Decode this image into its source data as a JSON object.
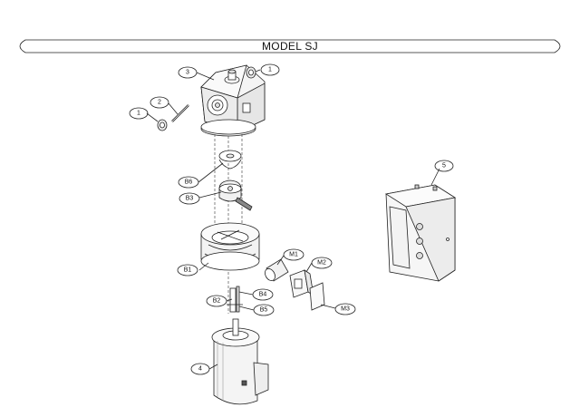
{
  "title": "MODEL SJ",
  "callouts": {
    "c1a": "1",
    "c1b": "1",
    "c2": "2",
    "c3": "3",
    "c4": "4",
    "c5": "5",
    "b1": "B1",
    "b2": "B2",
    "b3": "B3",
    "b4": "B4",
    "b5": "B5",
    "b6": "B6",
    "m1": "M1",
    "m2": "M2",
    "m3": "M3"
  }
}
